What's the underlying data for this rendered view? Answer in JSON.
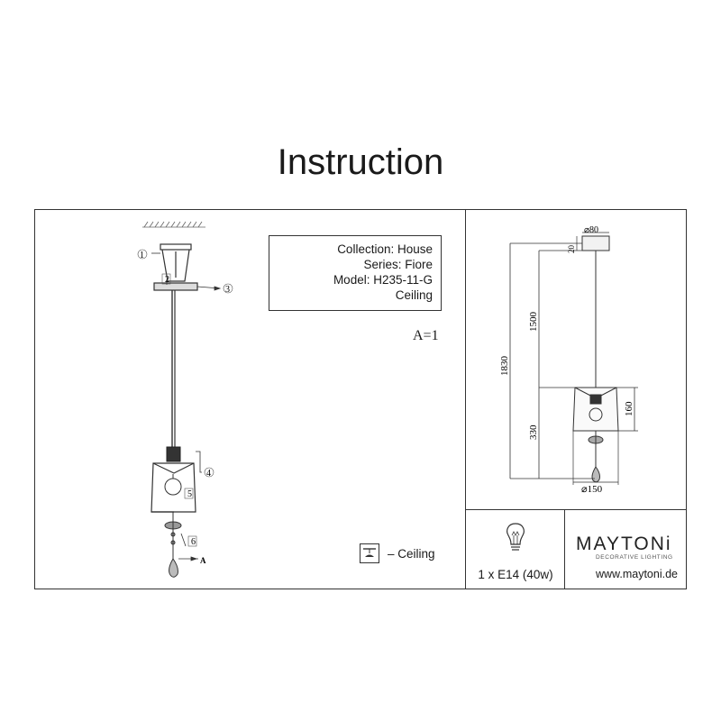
{
  "header": {
    "title": "Instruction"
  },
  "info": {
    "collection": "Collection: House",
    "series": "Series: Fiore",
    "model": "Model: H235-11-G",
    "mount": "Ceiling"
  },
  "scale": "A=1",
  "parts": {
    "p1": "1",
    "p2": "2",
    "p3": "3",
    "p4": "4",
    "p5": "5",
    "p6": "6",
    "pA": "A"
  },
  "dimensions": {
    "diameter_top": "⌀80",
    "height_top": "20",
    "cable": "1500",
    "total": "1830",
    "lower": "330",
    "shade_height": "160",
    "shade_diameter": "⌀150"
  },
  "legend": {
    "text": "– Ceiling"
  },
  "bulb": {
    "spec": "1 x E14 (40w)"
  },
  "brand": {
    "name": "MAYTONi",
    "tagline": "DECORATIVE LIGHTING",
    "website": "www.maytoni.de"
  }
}
